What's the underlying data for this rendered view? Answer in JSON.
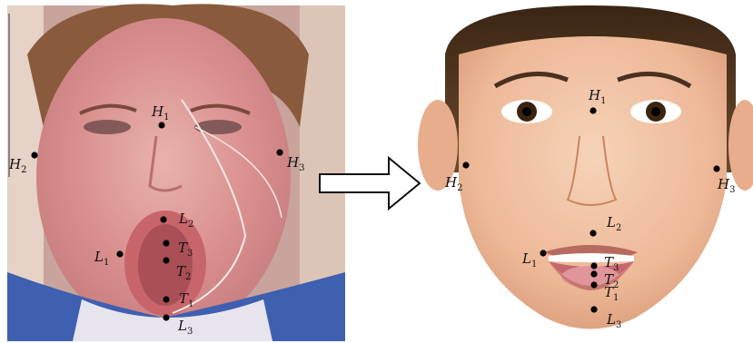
{
  "left_panel": {
    "landmarks": [
      {
        "id": "H1",
        "letter": "H",
        "sub": "1"
      },
      {
        "id": "H2",
        "letter": "H",
        "sub": "2"
      },
      {
        "id": "H3",
        "letter": "H",
        "sub": "3"
      },
      {
        "id": "L1",
        "letter": "L",
        "sub": "1"
      },
      {
        "id": "L2",
        "letter": "L",
        "sub": "2"
      },
      {
        "id": "L3",
        "letter": "L",
        "sub": "3"
      },
      {
        "id": "T1",
        "letter": "T",
        "sub": "1"
      },
      {
        "id": "T2",
        "letter": "T",
        "sub": "2"
      },
      {
        "id": "T3",
        "letter": "T",
        "sub": "3"
      }
    ]
  },
  "right_panel": {
    "landmarks": [
      {
        "id": "H1",
        "letter": "H",
        "sub": "1"
      },
      {
        "id": "H2",
        "letter": "H",
        "sub": "2"
      },
      {
        "id": "H3",
        "letter": "H",
        "sub": "3"
      },
      {
        "id": "L1",
        "letter": "L",
        "sub": "1"
      },
      {
        "id": "L2",
        "letter": "L",
        "sub": "2"
      },
      {
        "id": "L3",
        "letter": "L",
        "sub": "3"
      },
      {
        "id": "T1",
        "letter": "T",
        "sub": "1"
      },
      {
        "id": "T2",
        "letter": "T",
        "sub": "2"
      },
      {
        "id": "T3",
        "letter": "T",
        "sub": "3"
      }
    ]
  }
}
